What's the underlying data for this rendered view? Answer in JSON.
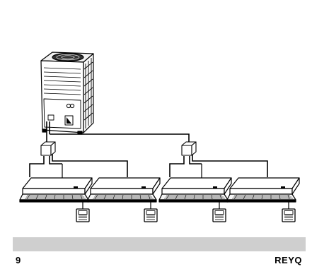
{
  "footer": {
    "page_number": "9",
    "model_code": "REYQ"
  },
  "diagram": {
    "outdoor_units": 1,
    "branch_kits": 2,
    "indoor_units": 4,
    "remote_controllers": 4,
    "icons": [
      "outdoor-unit-icon",
      "branch-kit-icon",
      "cassette-indoor-unit-icon",
      "remote-controller-icon"
    ]
  }
}
